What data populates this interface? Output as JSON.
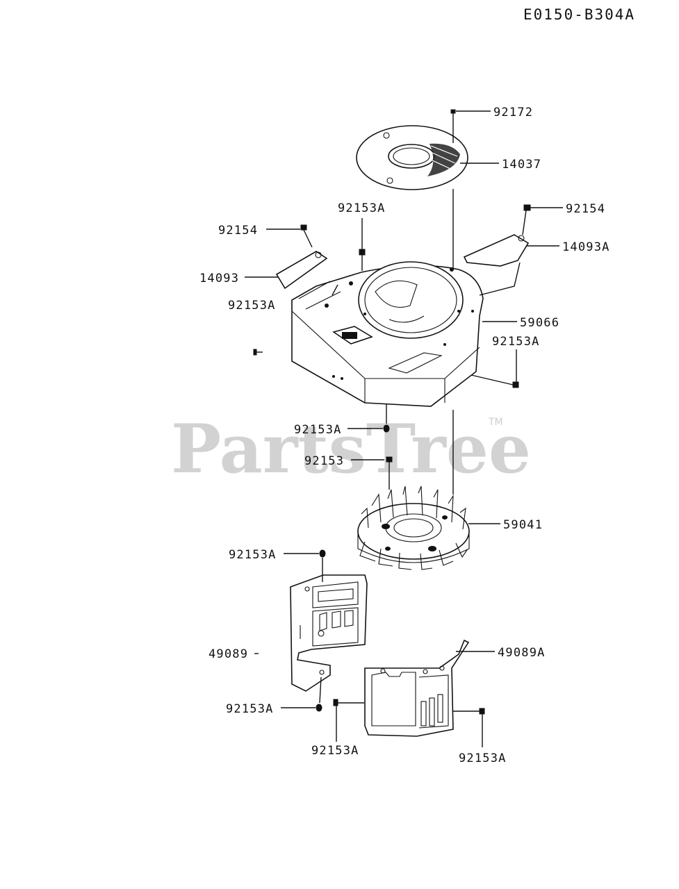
{
  "diagram_code": "E0150-B304A",
  "watermark": {
    "text": "PartsTree",
    "trademark": "TM"
  },
  "callouts": {
    "c92172": "92172",
    "c14037": "14037",
    "c92154_right": "92154",
    "c92154_left": "92154",
    "c92153A_top": "92153A",
    "c14093": "14093",
    "c14093A": "14093A",
    "c92153A_left": "92153A",
    "c59066": "59066",
    "c92153A_right": "92153A",
    "c92153A_mid": "92153A",
    "c92153": "92153",
    "c59041": "59041",
    "c92153A_plate": "92153A",
    "c49089": "49089",
    "c49089A": "49089A",
    "c92153A_lowleft": "92153A",
    "c92153A_bottom_mid": "92153A",
    "c92153A_bottom_right": "92153A"
  }
}
